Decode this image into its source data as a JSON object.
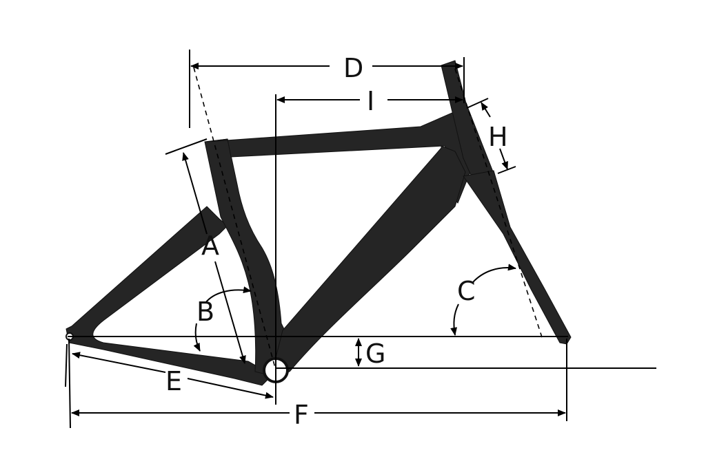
{
  "labels": {
    "A": "A",
    "B": "B",
    "C": "C",
    "D": "D",
    "E": "E",
    "F": "F",
    "G": "G",
    "H": "H",
    "I": "I"
  },
  "colors": {
    "frame": "#252525",
    "lines": "#000000",
    "background": "#ffffff"
  }
}
